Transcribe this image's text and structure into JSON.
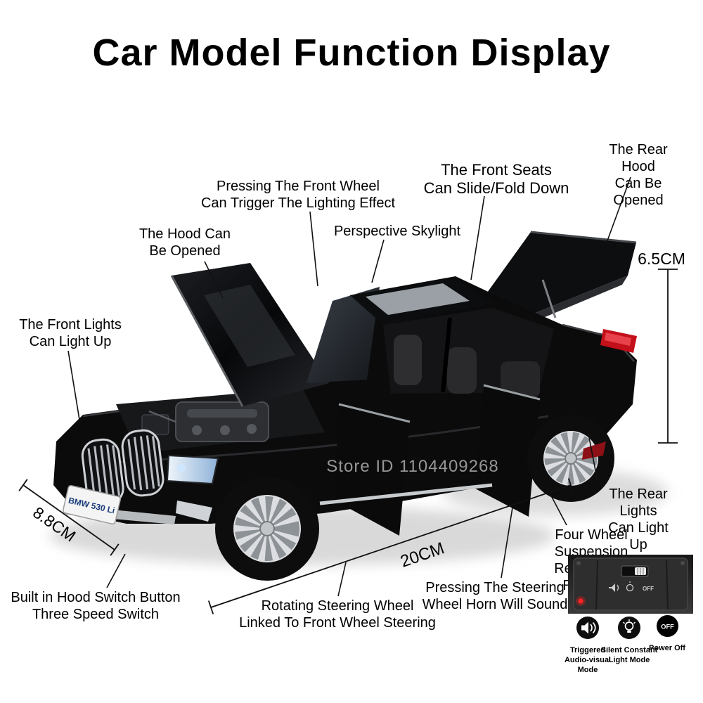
{
  "title": "Car Model Function Display",
  "watermark": "Store ID 1104409268",
  "license_plate": "BMW 530 Li",
  "annotations": {
    "rear_hood": "The Rear Hood\nCan Be Opened",
    "front_seats": "The Front Seats\nCan Slide/Fold Down",
    "front_wheel_lighting": "Pressing The Front Wheel\nCan Trigger The Lighting Effect",
    "skylight": "Perspective Skylight",
    "hood": "The Hood Can\nBe Opened",
    "front_lights": "The Front Lights\nCan Light Up",
    "rear_lights": "The Rear Lights\nCan Light Up",
    "suspension": "Four Wheel Suspension\nRear Wheel Rebound",
    "horn": "Pressing The Steering\nWheel Horn Will Sound",
    "hood_switch": "Built in Hood Switch Button\nThree Speed Switch",
    "steering": "Rotating Steering Wheel\nLinked To Front Wheel Steering"
  },
  "measurements": {
    "height": "6.5CM",
    "width": "8.8CM",
    "length": "20CM"
  },
  "modes": [
    {
      "icon": "speaker-icon",
      "label": "Triggered\nAudio-visual Mode"
    },
    {
      "icon": "bulb-icon",
      "label": "Silent Constant\nLight Mode"
    },
    {
      "icon": "power-off-icon",
      "label": "Power Off",
      "badge": "OFF"
    }
  ],
  "colors": {
    "car_body": "#0b0b0b",
    "taillight_red": "#c3101a",
    "text": "#000000",
    "watermark_gray": "#a6a6a6"
  }
}
